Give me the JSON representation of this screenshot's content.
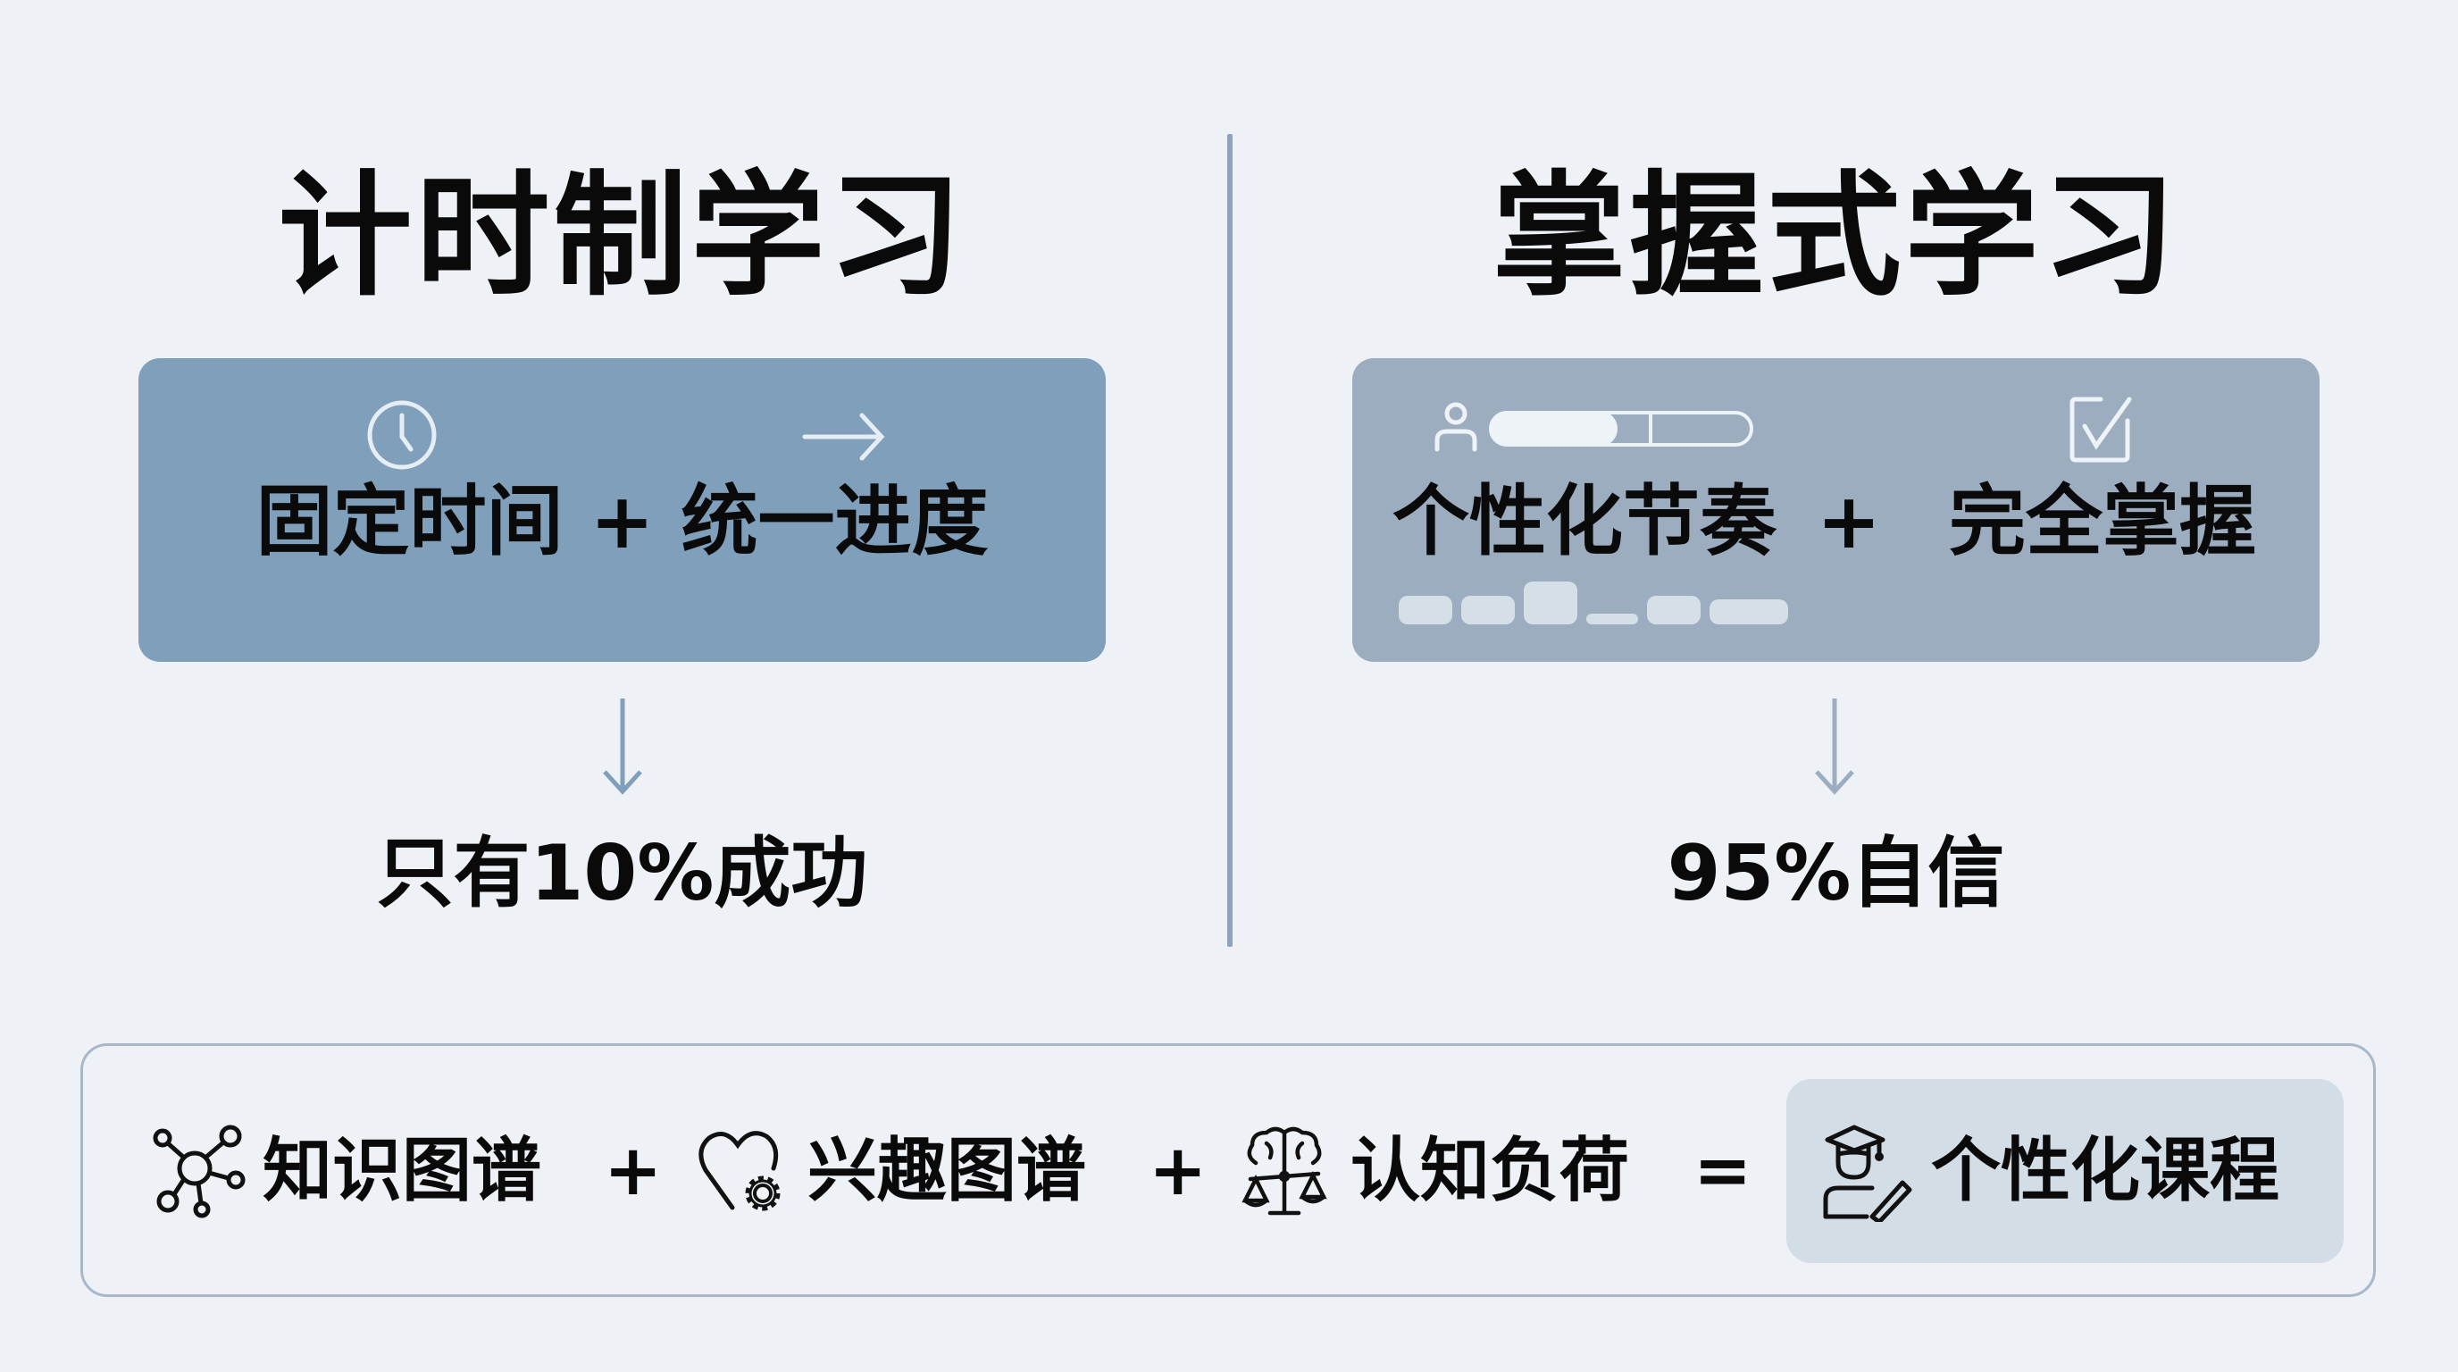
{
  "left": {
    "title": "计时制学习",
    "card": {
      "icons": [
        "clock-icon",
        "arrow-right-icon"
      ],
      "text": "固定时间 + 统一进度",
      "background": "#7f9fbb"
    },
    "arrow": "arrow-down-icon",
    "result": "只有10%成功"
  },
  "right": {
    "title": "掌握式学习",
    "card": {
      "icons": [
        "person-icon",
        "progress-bar-icon",
        "checkbox-checked-icon",
        "step-blocks-icon"
      ],
      "text_part1": "个性化节奏",
      "plus": "+",
      "text_part2": "完全掌握",
      "background": "#9cadbf"
    },
    "arrow": "arrow-down-icon",
    "result": "95%自信"
  },
  "formula": {
    "terms": [
      {
        "icon": "network-graph-icon",
        "label": "知识图谱"
      },
      {
        "icon": "heart-gear-icon",
        "label": "兴趣图谱"
      },
      {
        "icon": "brain-scale-icon",
        "label": "认知负荷"
      }
    ],
    "plus": "+",
    "equals": "=",
    "result": {
      "icon": "student-pencil-icon",
      "label": "个性化课程"
    }
  },
  "colors": {
    "background": "#eef2f6",
    "divider": "#8ea4bd",
    "arrow": "#7f9fbb",
    "result_box": "#d3dde6",
    "border": "#a9b8c9"
  }
}
